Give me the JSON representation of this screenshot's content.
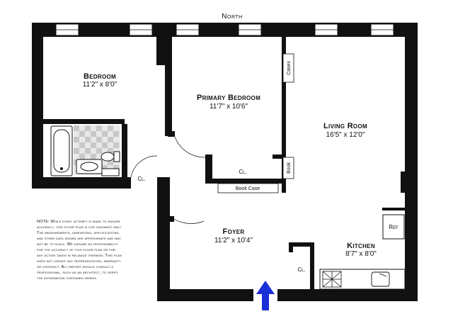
{
  "compass": {
    "label": "North"
  },
  "rooms": {
    "bedroom": {
      "name": "Bedroom",
      "dims": "11'2\" x 8'0\""
    },
    "primary_bedroom": {
      "name": "Primary Bedroom",
      "dims": "11'7\" x 10'6\""
    },
    "living_room": {
      "name": "Living Room",
      "dims": "16'5\" x 12'0\""
    },
    "foyer": {
      "name": "Foyer",
      "dims": "11'2\" x 10'4\""
    },
    "kitchen": {
      "name": "Kitchen",
      "dims": "8'7\" x 8'0\""
    }
  },
  "labels": {
    "closet_bath": "Cl.",
    "closet_primary": "Cl.",
    "closet_foyer": "Cl.",
    "book_case": "Book Case",
    "cases": "Cases",
    "book": "Book",
    "refrigerator": "Ref"
  },
  "disclaimer": [
    "NOTE: While every attempt is made to ensure",
    "accuracy, this floor plan is for guidance only.",
    "The measurements, dimensions, specifications,",
    "and other data shown are approximate and may",
    "not be to scale. We assume no responsibility",
    "for the accuracy of this floor plan or for",
    "any action taken in reliance thereon. This plan",
    "does not create any representation, warranty",
    "or contract. All parties should consult a",
    "professional, such as an architect, to verify",
    "the information contained herein."
  ],
  "colors": {
    "wall": "#111111",
    "entry_arrow": "#1a2fd6",
    "tile_light": "#e8e8e8",
    "tile_dark": "#c8c8c8"
  },
  "icons": {
    "entry": "entry-arrow-icon",
    "stove": "stove-icon"
  }
}
